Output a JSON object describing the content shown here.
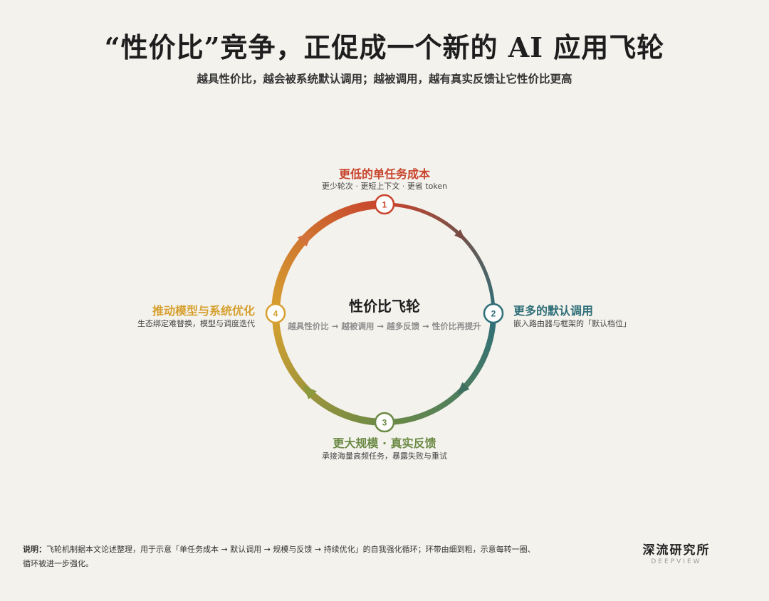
{
  "title": "“性价比”竞争，正促成一个新的 AI 应用飞轮",
  "subtitle": "越具性价比，越会被系统默认调用；越被调用，越有真实反馈让它性价比更高",
  "center": {
    "title": "性价比飞轮",
    "loop": "越具性价比 → 越被调用 → 越多反馈 → 性价比再提升"
  },
  "nodes": [
    {
      "number": "1",
      "title": "更低的单任务成本",
      "subtitle": "更少轮次 · 更短上下文 · 更省 token",
      "color": "#c8442d"
    },
    {
      "number": "2",
      "title": "更多的默认调用",
      "subtitle": "嵌入路由器与框架的「默认档位」",
      "color": "#2f6f78"
    },
    {
      "number": "3",
      "title": "更大规模 · 真实反馈",
      "subtitle": "承接海量高频任务，暴露失败与重试",
      "color": "#6b8a45"
    },
    {
      "number": "4",
      "title": "推动模型与系统优化",
      "subtitle": "生态绑定难替换，模型与调度迭代",
      "color": "#d6a030"
    }
  ],
  "note": {
    "label": "说明：",
    "text": "飞轮机制据本文论述整理，用于示意「单任务成本 → 默认调用 → 规模与反馈 → 持续优化」的自我强化循环；环带由细到粗，示意每转一圈、循环被进一步强化。"
  },
  "brand": {
    "name": "深流研究所",
    "name_en": "DEEPVIEW"
  }
}
